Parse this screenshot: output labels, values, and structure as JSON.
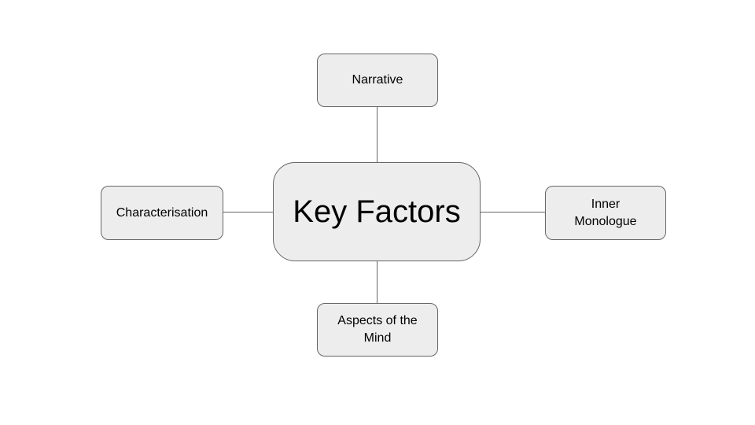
{
  "diagram": {
    "center_node": {
      "label": "Key Factors"
    },
    "nodes": [
      {
        "id": "narrative",
        "label": "Narrative",
        "position": "top"
      },
      {
        "id": "characterisation",
        "label": "Characterisation",
        "position": "left"
      },
      {
        "id": "inner-monologue",
        "label": "Inner Monologue",
        "position": "right"
      },
      {
        "id": "aspects-of-the-mind",
        "label": "Aspects of the Mind",
        "position": "bottom"
      }
    ],
    "connectors": [
      {
        "from": "key-factors",
        "to": "narrative"
      },
      {
        "from": "key-factors",
        "to": "characterisation"
      },
      {
        "from": "key-factors",
        "to": "inner-monologue"
      },
      {
        "from": "key-factors",
        "to": "aspects-of-the-mind"
      }
    ],
    "colors": {
      "background": "#ffffff",
      "node_fill": "#ededed",
      "node_border": "#666666",
      "connector": "#666666",
      "text": "#000000"
    }
  }
}
